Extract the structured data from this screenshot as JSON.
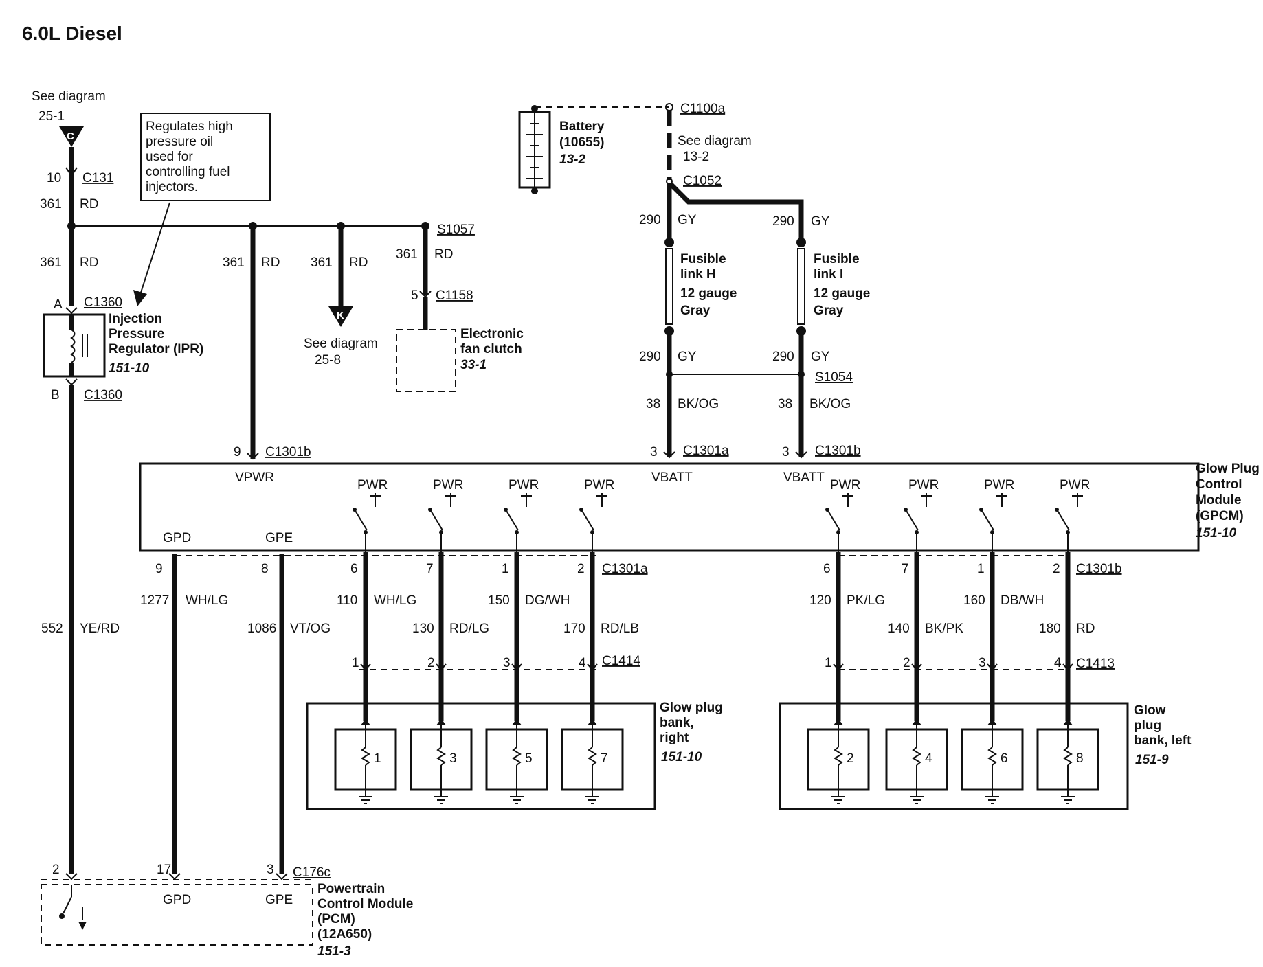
{
  "title": "6.0L Diesel",
  "c_ref": {
    "label": "See diagram",
    "num": "25-1",
    "letter": "C"
  },
  "ipr_note": [
    "Regulates high",
    "pressure oil",
    "used for",
    "controlling fuel",
    "injectors."
  ],
  "ipr": {
    "lines": [
      "Injection",
      "Pressure",
      "Regulator (IPR)"
    ],
    "ref": "151-10",
    "pin_a": "A",
    "pin_b": "B",
    "conn": "C1360"
  },
  "c131": {
    "pin": "10",
    "conn": "C131"
  },
  "w361": {
    "circuit": "361",
    "color": "RD"
  },
  "s1057": "S1057",
  "k_ref": {
    "label": "See diagram",
    "num": "25-8",
    "letter": "K"
  },
  "fan": {
    "lines": [
      "Electronic",
      "fan clutch"
    ],
    "ref": "33-1",
    "pin": "5",
    "conn": "C1158"
  },
  "battery": {
    "lines": [
      "Battery",
      "(10655)"
    ],
    "ref": "13-2"
  },
  "bat_conns": {
    "c1100a": "C1100a",
    "see": "See diagram",
    "num": "13-2",
    "c1052": "C1052"
  },
  "w290": {
    "circuit": "290",
    "color": "GY"
  },
  "fl_h": [
    "Fusible",
    "link H",
    "12 gauge",
    "Gray"
  ],
  "fl_i": [
    "Fusible",
    "link I",
    "12 gauge",
    "Gray"
  ],
  "s1054": "S1054",
  "w38": {
    "circuit": "38",
    "color": "BK/OG"
  },
  "gpcm": {
    "lines": [
      "Glow Plug",
      "Control",
      "Module",
      "(GPCM)"
    ],
    "ref": "151-10",
    "vpwr": "VPWR",
    "vbatt": "VBATT",
    "gpd": "GPD",
    "gpe": "GPE",
    "pwr": "PWR",
    "c1301a": "C1301a",
    "c1301b": "C1301b",
    "pin9": "9",
    "pin3": "3"
  },
  "gpd_wire": {
    "pin_top": "9",
    "circuit": "1277",
    "color": "WH/LG",
    "pin_bot": "17"
  },
  "gpe_wire": {
    "pin_top": "8",
    "circuit": "1086",
    "color": "VT/OG",
    "pin_bot": "3"
  },
  "ye_wire": {
    "circuit": "552",
    "color": "YE/RD",
    "pin_bot": "2"
  },
  "right_wires": [
    {
      "pin": "6",
      "circuit": "110",
      "color": "WH/LG",
      "bpin": "1"
    },
    {
      "pin": "7",
      "circuit": "130",
      "color": "RD/LG",
      "bpin": "2"
    },
    {
      "pin": "1",
      "circuit": "150",
      "color": "DG/WH",
      "bpin": "3"
    },
    {
      "pin": "2",
      "circuit": "170",
      "color": "RD/LB",
      "bpin": "4"
    }
  ],
  "left_wires": [
    {
      "pin": "6",
      "circuit": "120",
      "color": "PK/LG",
      "bpin": "1"
    },
    {
      "pin": "7",
      "circuit": "140",
      "color": "BK/PK",
      "bpin": "2"
    },
    {
      "pin": "1",
      "circuit": "160",
      "color": "DB/WH",
      "bpin": "3"
    },
    {
      "pin": "2",
      "circuit": "180",
      "color": "RD",
      "bpin": "4"
    }
  ],
  "c1414": "C1414",
  "c1413": "C1413",
  "bank_right": {
    "lines": [
      "Glow plug",
      "bank,",
      "right"
    ],
    "ref": "151-10",
    "plugs": [
      "1",
      "3",
      "5",
      "7"
    ]
  },
  "bank_left": {
    "lines": [
      "Glow",
      "plug",
      "bank, left"
    ],
    "ref": "151-9",
    "plugs": [
      "2",
      "4",
      "6",
      "8"
    ]
  },
  "pcm": {
    "lines": [
      "Powertrain",
      "Control Module",
      "(PCM)",
      "(12A650)"
    ],
    "ref": "151-3",
    "gpd": "GPD",
    "gpe": "GPE",
    "conn": "C176c"
  }
}
